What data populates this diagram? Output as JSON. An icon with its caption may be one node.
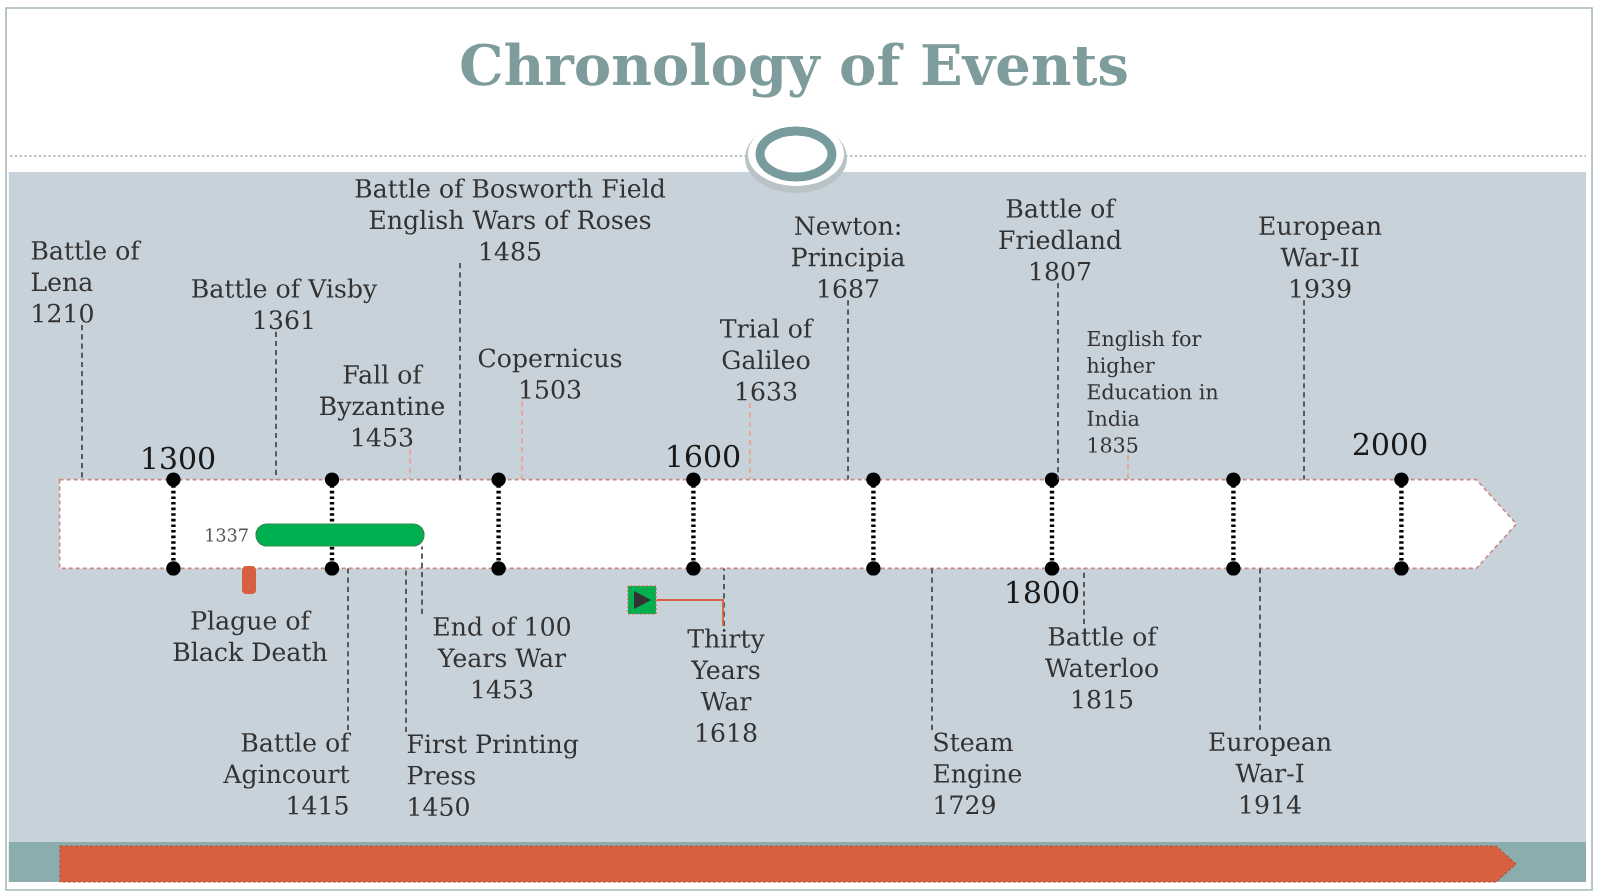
{
  "diagram": {
    "title": "Chronology of Events",
    "nodes": [
      {
        "text": [
          "Battle of Lena",
          "1210"
        ]
      },
      {
        "text": [
          "Battle of Visby",
          "1361"
        ]
      },
      {
        "text": [
          "Fall of Byzantine",
          "1453"
        ]
      },
      {
        "text": [
          "Battle of Bosworth Field",
          "English Wars of Roses",
          "1485"
        ]
      },
      {
        "text": [
          "Copernicus",
          "1503"
        ]
      },
      {
        "text": [
          "Trial of Galileo",
          "1633"
        ]
      },
      {
        "text": [
          "Newton: Principia",
          "1687"
        ]
      },
      {
        "text": [
          "Battle of Friedland",
          "1807"
        ]
      },
      {
        "text": [
          "English for higher Education in India",
          "1835"
        ]
      },
      {
        "text": [
          "European War-II",
          "1939"
        ]
      },
      {
        "text": [],
        "shape": "arrow"
      },
      {
        "text": [],
        "shape": "bar",
        "in": 10,
        "beside": [
          "1337"
        ]
      },
      {
        "text": [
          "Battle of Agincourt",
          "1415"
        ]
      },
      {
        "text": [
          "End of 100 Years War",
          "1453"
        ]
      },
      {
        "text": [
          "First Printing Press",
          "1450"
        ]
      },
      {
        "text": [
          "Thirty Years War",
          "1618"
        ]
      },
      {
        "text": [
          "Steam Engine",
          "1729"
        ]
      },
      {
        "text": [
          "Battle of Waterloo",
          "1815"
        ]
      },
      {
        "text": [
          "European War-I",
          "1914"
        ]
      },
      {
        "text": [],
        "shape": "box"
      }
    ],
    "edges": [
      {
        "from": 0,
        "to": 10,
        "arrow": "none",
        "style": "dashed"
      },
      {
        "from": 1,
        "to": 10,
        "arrow": "none",
        "style": "dashed"
      },
      {
        "from": 2,
        "to": 10,
        "arrow": "none",
        "style": "dashed",
        "color": "#e8a595"
      },
      {
        "from": 3,
        "to": 10,
        "arrow": "none",
        "style": "dashed"
      },
      {
        "from": 4,
        "to": 10,
        "arrow": "none",
        "style": "dashed",
        "color": "#e8a595"
      },
      {
        "from": 5,
        "to": 10,
        "arrow": "none",
        "style": "dashed",
        "color": "#e8a595"
      },
      {
        "from": 6,
        "to": 10,
        "arrow": "none",
        "style": "dashed"
      },
      {
        "from": 7,
        "to": 10,
        "arrow": "none",
        "style": "dashed"
      },
      {
        "from": 8,
        "to": 10,
        "arrow": "none",
        "style": "dashed",
        "color": "#e8a595"
      },
      {
        "from": 9,
        "to": 10,
        "arrow": "none",
        "style": "dashed"
      },
      {
        "from": 12,
        "to": 10,
        "arrow": "none",
        "style": "dashed"
      },
      {
        "from": 13,
        "to": 11,
        "arrow": "none",
        "style": "dashed"
      },
      {
        "from": 14,
        "to": 10,
        "arrow": "none",
        "style": "dashed"
      },
      {
        "from": 15,
        "to": 10,
        "arrow": "none",
        "style": "dashed"
      },
      {
        "from": 16,
        "to": 10,
        "arrow": "none",
        "style": "dashed"
      },
      {
        "from": 17,
        "to": 10,
        "arrow": "none",
        "style": "dashed"
      },
      {
        "from": 18,
        "to": 10,
        "arrow": "none",
        "style": "dashed"
      },
      {
        "from": 19,
        "to": 15,
        "arrow": "none",
        "color": "#d6603f"
      }
    ],
    "labels": [
      "1300",
      "1600",
      "2000",
      "1800",
      "Plague of Black Death"
    ]
  }
}
